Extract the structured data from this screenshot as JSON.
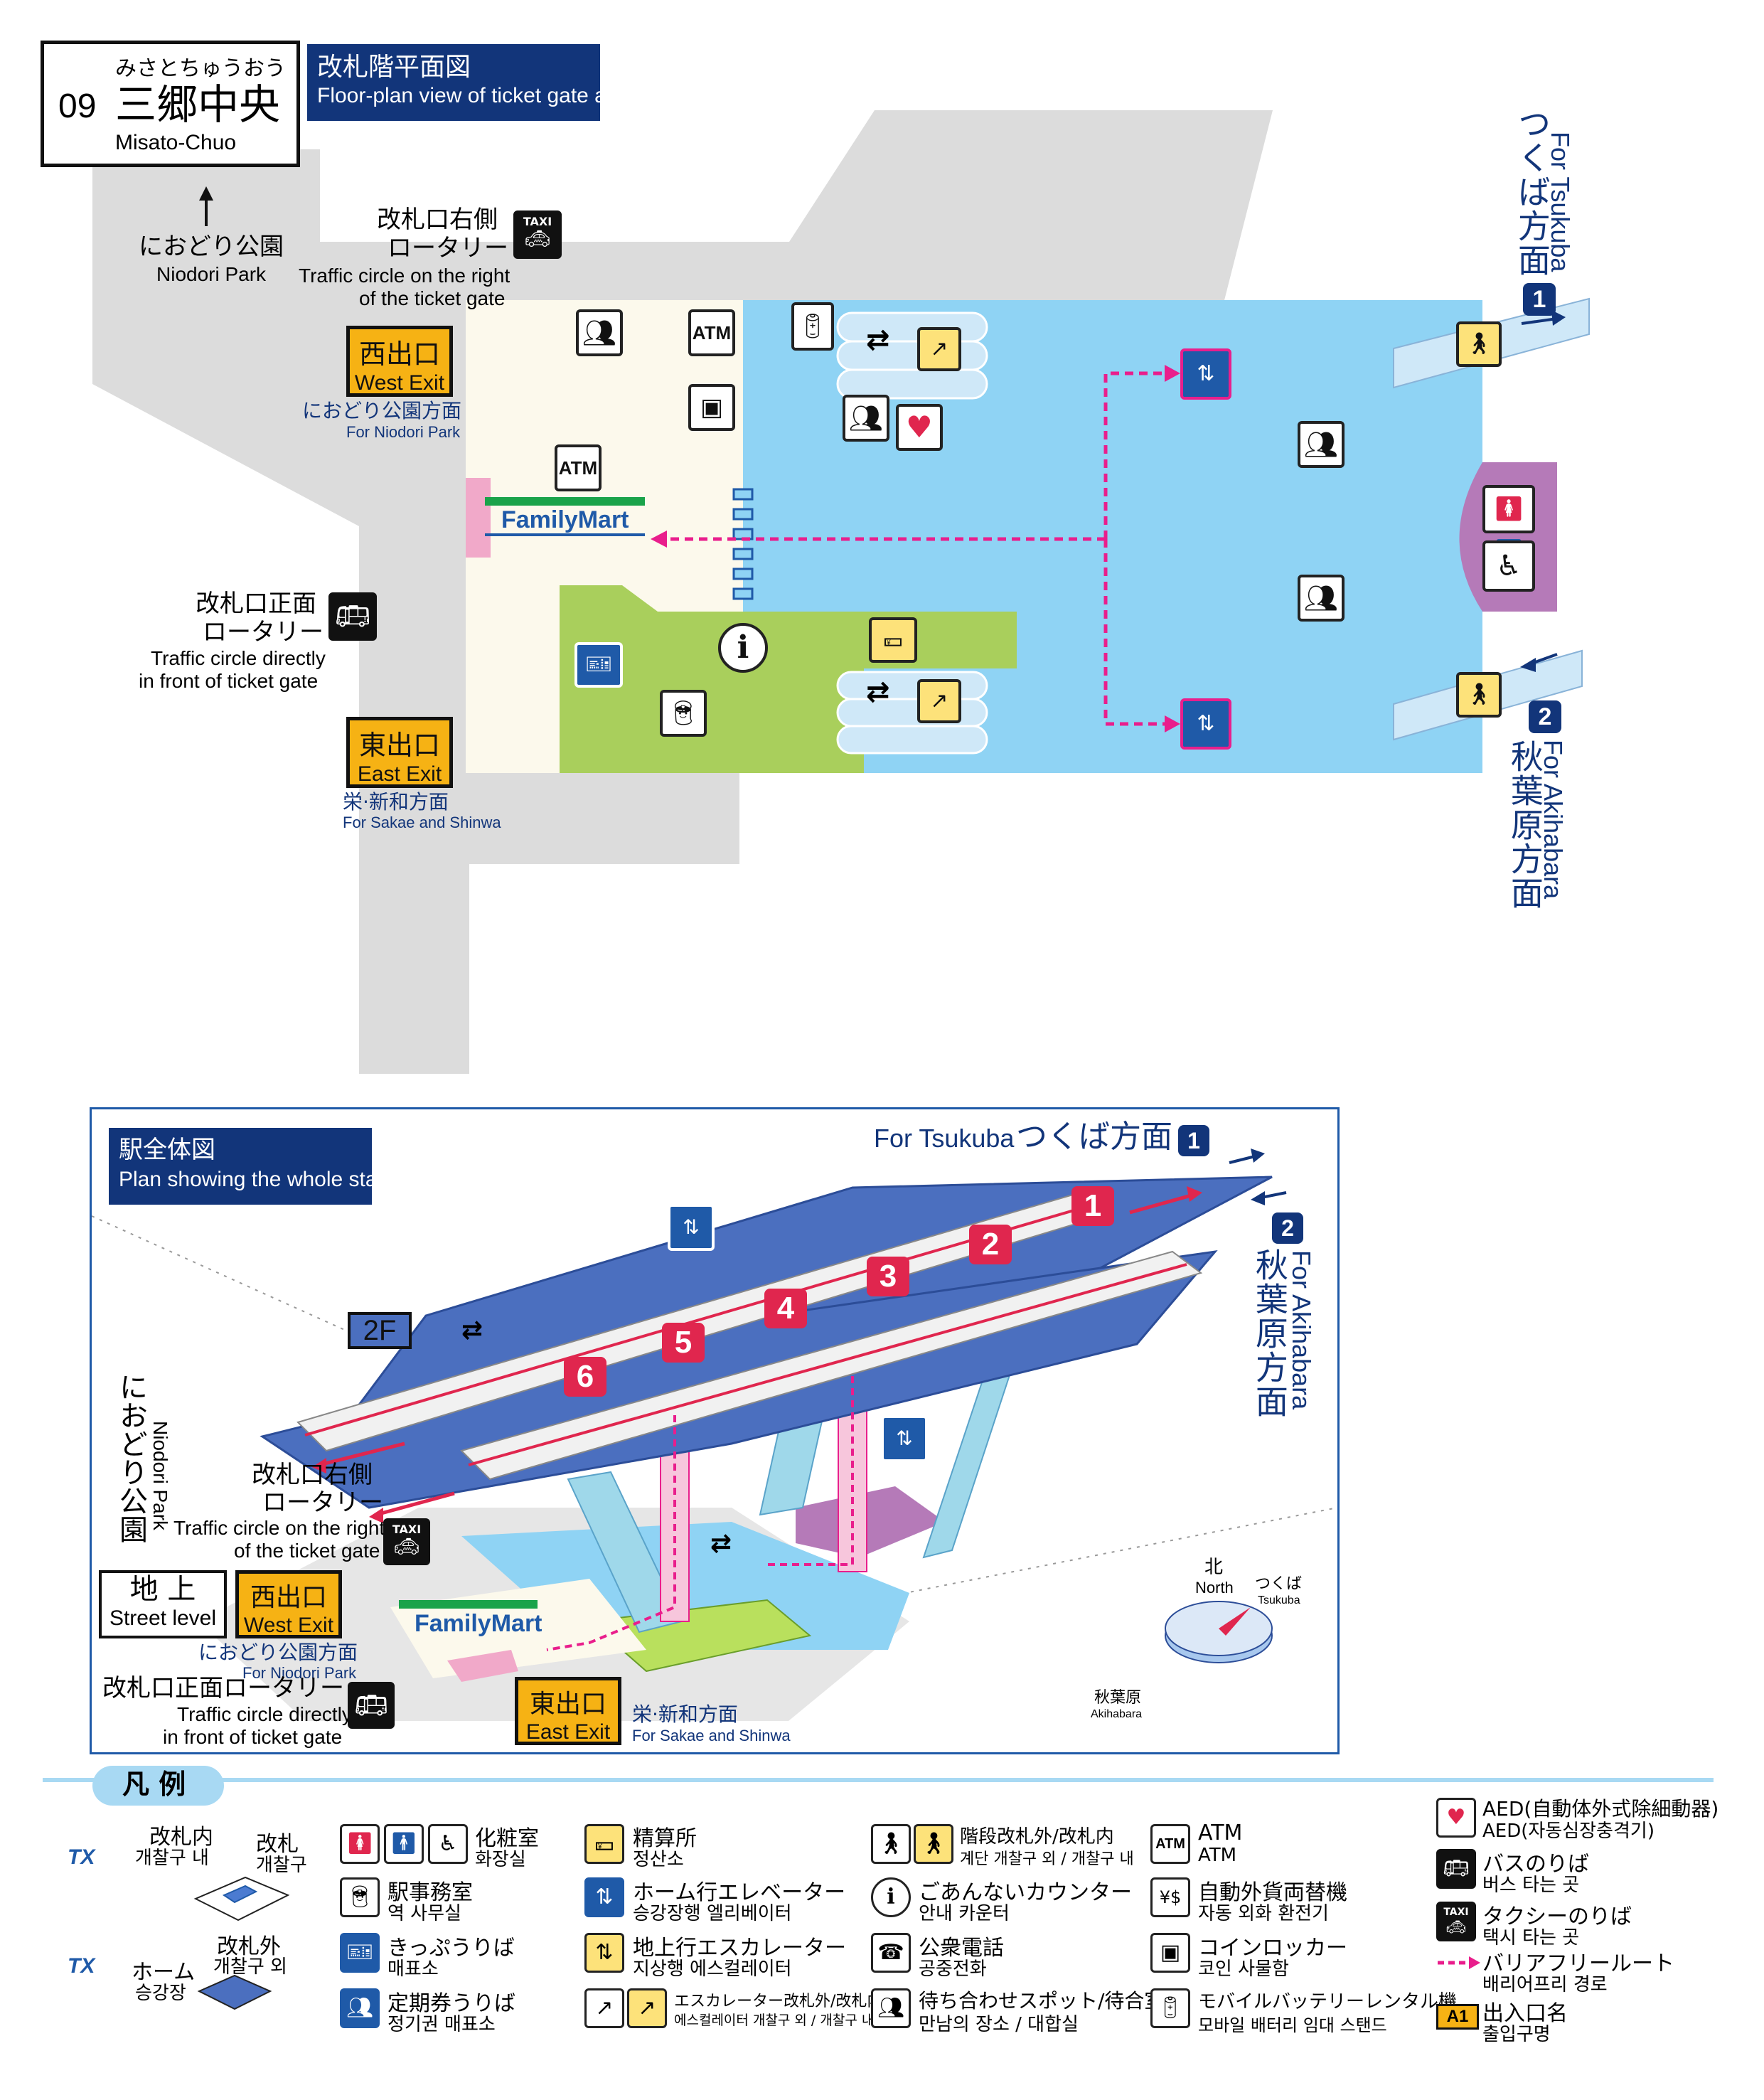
{
  "station": {
    "number": "09",
    "name_ja": "三郷中央",
    "reading": "みさとちゅうおう",
    "name_en": "Misato-Chuo"
  },
  "floorplan_banner": {
    "ja": "改札階平面図",
    "en": "Floor-plan view of ticket gate area"
  },
  "whole_banner": {
    "ja": "駅全体図",
    "en": "Plan showing the whole station"
  },
  "floorplan": {
    "niodori": {
      "ja": "におどり公園",
      "en": "Niodori Park"
    },
    "taxi_rotary": {
      "ja1": "改札口右側",
      "ja2": "ロータリー",
      "en1": "Traffic circle on the right",
      "en2": "of the ticket gate"
    },
    "west_exit": {
      "ja": "西出口",
      "en": "West Exit",
      "dir_ja": "におどり公園方面",
      "dir_en": "For Niodori Park"
    },
    "bus_rotary": {
      "ja1": "改札口正面",
      "ja2": "ロータリー",
      "en1": "Traffic circle directly",
      "en2": "in front of ticket gate"
    },
    "east_exit": {
      "ja": "東出口",
      "en": "East Exit",
      "dir_ja": "栄·新和方面",
      "dir_en": "For Sakae and Shinwa"
    },
    "familymart": "FamilyMart",
    "atm": "ATM",
    "info": "i",
    "taxi": "TAXI",
    "for_tsukuba": {
      "en": "For Tsukuba",
      "ja": "つくば方面",
      "num": "1"
    },
    "for_akihabara": {
      "en": "For Akihabara",
      "ja": "秋葉原方面",
      "num": "2"
    }
  },
  "whole": {
    "for_tsukuba": {
      "en": "For Tsukuba",
      "ja": "つくば方面",
      "num": "1"
    },
    "for_akihabara": {
      "en": "For Akihabara",
      "ja": "秋葉原方面",
      "num": "2"
    },
    "floor_2f": "2F",
    "ground": {
      "ja": "地 上",
      "en": "Street level"
    },
    "niodori": {
      "en": "Niodori Park",
      "ja": "におどり公園"
    },
    "taxi_rotary": {
      "ja1": "改札口右側",
      "ja2": "ロータリー",
      "en1": "Traffic circle on the right",
      "en2": "of the ticket gate"
    },
    "west_exit": {
      "ja": "西出口",
      "en": "West Exit",
      "dir_ja": "におどり公園方面",
      "dir_en": "For Niodori Park"
    },
    "bus_rotary": {
      "ja": "改札口正面ロータリー",
      "en1": "Traffic circle directly",
      "en2": "in front of ticket gate"
    },
    "east_exit": {
      "ja": "東出口",
      "en": "East Exit",
      "dir_ja": "栄·新和方面",
      "dir_en": "For Sakae and Shinwa"
    },
    "familymart": "FamilyMart",
    "taxi": "TAXI",
    "platforms": [
      "1",
      "2",
      "3",
      "4",
      "5",
      "6"
    ],
    "compass": {
      "north_ja": "北",
      "north_en": "North",
      "tsukuba_ja": "つくば",
      "tsukuba_en": "Tsukuba",
      "akiha_ja": "秋葉原",
      "akiha_en": "Akihabara"
    }
  },
  "legend": {
    "title": "凡 例",
    "gate_in": {
      "ja": "改札内",
      "ko": "개찰구 내"
    },
    "gate": {
      "ja": "改札",
      "ko": "개찰구"
    },
    "gate_out": {
      "ja": "改札外",
      "ko": "개찰구 외"
    },
    "home": {
      "ja": "ホーム",
      "ko": "승강장"
    },
    "tx": "TX",
    "items": {
      "toilet": {
        "ja": "化粧室",
        "ko": "화장실"
      },
      "office": {
        "ja": "駅事務室",
        "ko": "역 사무실"
      },
      "ticket": {
        "ja": "きっぷうりば",
        "ko": "매표소"
      },
      "pass": {
        "ja": "定期券うりば",
        "ko": "정기권 매표소"
      },
      "fare": {
        "ja": "精算所",
        "ko": "정산소"
      },
      "elevator": {
        "ja": "ホーム行エレベーター",
        "ko": "승강장행 엘리베이터"
      },
      "escalator_up": {
        "ja": "地上行エスカレーター",
        "ko": "지상행 에스컬레이터"
      },
      "escalator": {
        "ja": "エスカレーター改札外/改札内",
        "ko": "에스컬레이터 개찰구 외 / 개찰구 내"
      },
      "stairs": {
        "ja": "階段改札外/改札内",
        "ko": "계단 개찰구 외 / 개찰구 내"
      },
      "info": {
        "ja": "ごあんないカウンター",
        "ko": "안내 카운터"
      },
      "phone": {
        "ja": "公衆電話",
        "ko": "공중전화"
      },
      "meeting": {
        "ja": "待ち合わせスポット/待合室",
        "ko": "만남의 장소 / 대합실"
      },
      "atm": {
        "ja": "ATM",
        "ko": "ATM"
      },
      "exchange": {
        "ja": "自動外貨両替機",
        "ko": "자동 외화 환전기"
      },
      "locker": {
        "ja": "コインロッカー",
        "ko": "코인 사물함"
      },
      "battery": {
        "ja": "モバイルバッテリーレンタル機",
        "ko": "모바일 배터리 임대 스탠드"
      },
      "aed": {
        "ja": "AED(自動体外式除細動器)",
        "ko": "AED(자동심장충격기)"
      },
      "bus": {
        "ja": "バスのりば",
        "ko": "버스 타는 곳"
      },
      "taxi": {
        "ja": "タクシーのりば",
        "ko": "택시 타는 곳"
      },
      "barrier": {
        "ja": "バリアフリールート",
        "ko": "배리어프리 경로"
      },
      "exitname": {
        "ja": "出入口名",
        "ko": "출입구명",
        "sample": "A1"
      }
    }
  },
  "colors": {
    "navy": "#12357a",
    "paid_area": "#8fd3f4",
    "unpaid_area": "#fcf9ec",
    "green_area": "#a9cf5c",
    "road": "#dcdcdc",
    "purple": "#b57ab8",
    "exit_yellow": "#f6b214",
    "barrier_pink": "#e91e8c",
    "track_red": "#e0264e"
  }
}
